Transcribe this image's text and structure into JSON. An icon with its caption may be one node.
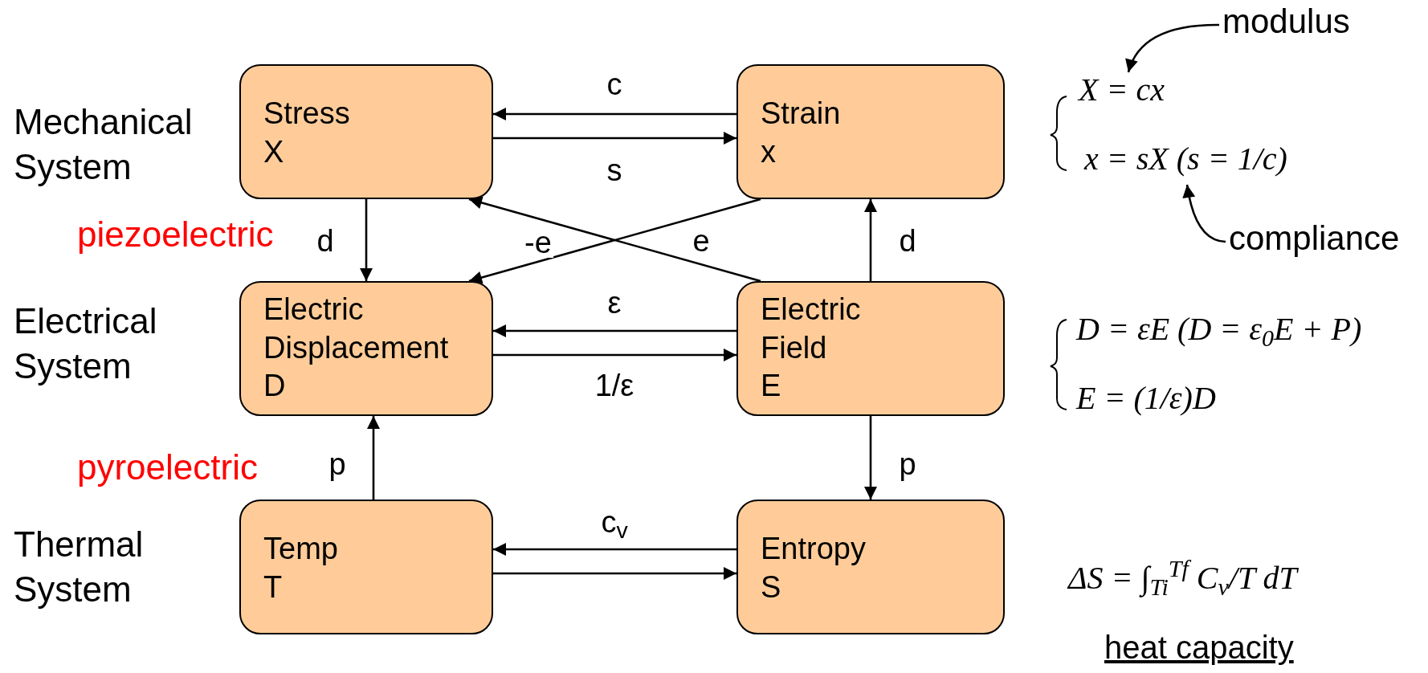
{
  "diagram": {
    "nodes": [
      {
        "text": [
          "Stress",
          "X"
        ]
      },
      {
        "text": [
          "Strain",
          "x"
        ]
      },
      {
        "text": [
          "Electric Displacement",
          "D"
        ]
      },
      {
        "text": [
          "Electric Field",
          "E"
        ]
      },
      {
        "text": [
          "Temp",
          "T"
        ]
      },
      {
        "text": [
          "Entropy",
          "S"
        ]
      },
      {
        "text": [
          "modulus"
        ]
      },
      {
        "text": [
          "compliance"
        ]
      },
      {
        "text": [
          "X = cx"
        ]
      },
      {
        "text": [
          "x = sX (s = 1/c)"
        ]
      }
    ],
    "edges": [
      {
        "from": 1,
        "to": 0,
        "arrow": "to",
        "label": "c"
      },
      {
        "from": 0,
        "to": 1,
        "arrow": "to",
        "label": "s"
      },
      {
        "from": 0,
        "to": 2,
        "arrow": "to",
        "label": "d"
      },
      {
        "from": 1,
        "to": 2,
        "arrow": "to",
        "label": "e"
      },
      {
        "from": 3,
        "to": 0,
        "arrow": "to",
        "label": "-e"
      },
      {
        "from": 3,
        "to": 1,
        "arrow": "to",
        "label": "d"
      },
      {
        "from": 3,
        "to": 2,
        "arrow": "to",
        "label": "ε"
      },
      {
        "from": 2,
        "to": 3,
        "arrow": "to",
        "label": "1/ε"
      },
      {
        "from": 4,
        "to": 2,
        "arrow": "to",
        "label": "p"
      },
      {
        "from": 3,
        "to": 5,
        "arrow": "to",
        "label": "p"
      },
      {
        "from": 5,
        "to": 4,
        "arrow": "to",
        "label": "c$_{v}$"
      },
      {
        "from": 4,
        "to": 5,
        "arrow": "to"
      },
      {
        "from": 6,
        "to": 8,
        "arrow": "to"
      },
      {
        "from": 7,
        "to": 9,
        "arrow": "to"
      }
    ],
    "labels": [
      "Mechanical System",
      "piezoelectric",
      "Electrical System",
      "pyroelectric",
      "Thermal System",
      "D = εE (D = ε$_{0}$E + P)",
      "E = (1/ε)D",
      "ΔS = ∫$_{Ti}$$^{Tf}$ C$_{v}$/T dT",
      "heat capacity"
    ]
  }
}
